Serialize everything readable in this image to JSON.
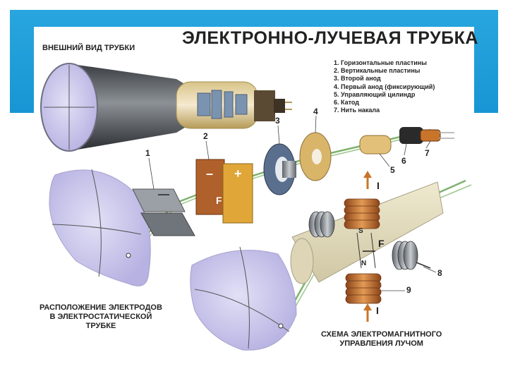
{
  "title": "ЭЛЕКТРОННО-ЛУЧЕВАЯ ТРУБКА",
  "captions": {
    "exterior": "ВНЕШНИЙ ВИД ТРУБКИ",
    "electrostatic": [
      "РАСПОЛОЖЕНИЕ ЭЛЕКТРОДОВ",
      "В ЭЛЕКТРОСТАТИЧЕСКОЙ",
      "ТРУБКЕ"
    ],
    "electromagnetic": [
      "СХЕМА ЭЛЕКТРОМАГНИТНОГО",
      "УПРАВЛЕНИЯ ЛУЧОМ"
    ]
  },
  "legend": [
    "1. Горизонтальные пластины",
    "2. Вертикальные пластины",
    "3. Второй анод",
    "4. Первый анод (фиксирующий)",
    "5. Управляющий цилиндр",
    "6. Катод",
    "7. Нить накала"
  ],
  "part_numbers": [
    "1",
    "2",
    "3",
    "4",
    "5",
    "6",
    "7",
    "8",
    "9"
  ],
  "symbols": {
    "minus": "–",
    "plus": "+",
    "force": "F",
    "current": "I",
    "south": "S",
    "north": "N"
  },
  "colors": {
    "header_band": "#1796d4",
    "screen": "#c9c6ea",
    "copper": "#c8742a",
    "beam": "#7fb26e",
    "anode_gold": "#d9b56a",
    "plate_gray": "#8d9297"
  }
}
